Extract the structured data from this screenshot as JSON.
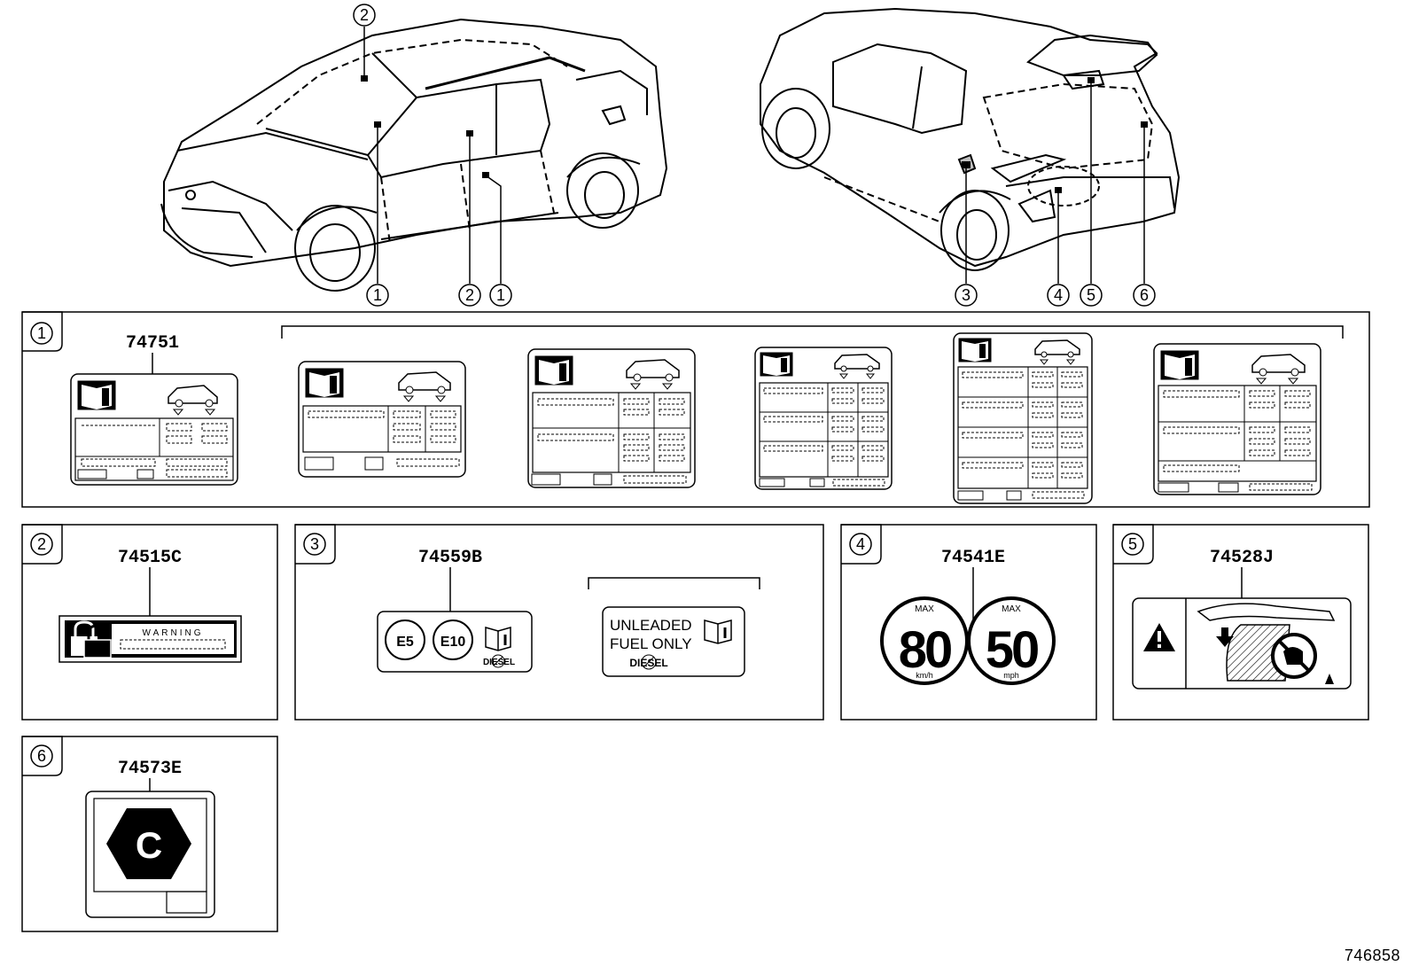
{
  "diagram": {
    "callouts_front": [
      "1",
      "2",
      "2",
      "1"
    ],
    "callouts_rear": [
      "3",
      "4",
      "5",
      "6"
    ],
    "sections": [
      {
        "num": "1",
        "part": "74751"
      },
      {
        "num": "2",
        "part": "74515C",
        "label_text": "WARNING"
      },
      {
        "num": "3",
        "part": "74559B",
        "fuel_badges": [
          "E5",
          "E10"
        ],
        "diesel_text": "DIESEL",
        "alt_line1": "UNLEADED",
        "alt_line2": "FUEL ONLY",
        "alt_diesel": "DIESEL"
      },
      {
        "num": "4",
        "part": "74541E",
        "max_label": "MAX",
        "speed_kmh": "80",
        "unit_kmh": "km/h",
        "speed_mph": "50",
        "unit_mph": "mph"
      },
      {
        "num": "5",
        "part": "74528J"
      },
      {
        "num": "6",
        "part": "74573E",
        "letter": "C"
      }
    ],
    "doc_number": "746858"
  }
}
